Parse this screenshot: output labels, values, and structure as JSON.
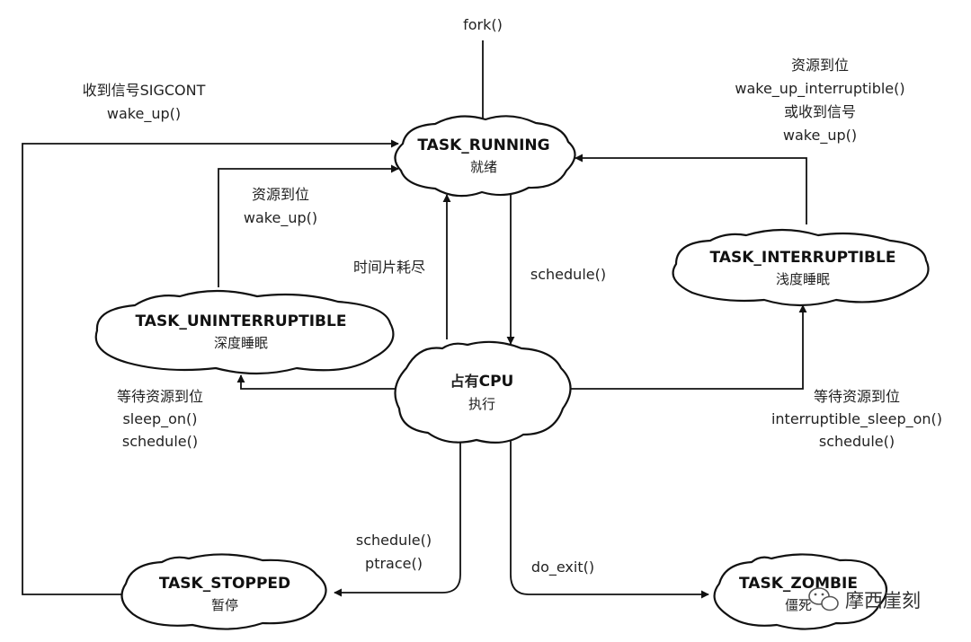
{
  "states": {
    "running": {
      "title": "TASK_RUNNING",
      "sub": "就绪"
    },
    "executing": {
      "title_prefix": "占有",
      "title_cpu": "CPU",
      "sub": "执行"
    },
    "interruptible": {
      "title": "TASK_INTERRUPTIBLE",
      "sub": "浅度睡眠"
    },
    "uninterruptible": {
      "title": "TASK_UNINTERRUPTIBLE",
      "sub": "深度睡眠"
    },
    "stopped": {
      "title": "TASK_STOPPED",
      "sub": "暂停"
    },
    "zombie": {
      "title": "TASK_ZOMBIE",
      "sub": "僵死"
    }
  },
  "transitions": {
    "fork": [
      "fork()"
    ],
    "sigcont": [
      "收到信号SIGCONT",
      "wake_up()"
    ],
    "interruptible_wake": [
      "资源到位",
      "wake_up_interruptible()",
      "或收到信号",
      "wake_up()"
    ],
    "uninterruptible_wake": [
      "资源到位",
      "wake_up()"
    ],
    "timeslice": [
      "时间片耗尽"
    ],
    "schedule": [
      "schedule()"
    ],
    "to_uninterruptible": [
      "等待资源到位",
      "sleep_on()",
      "schedule()"
    ],
    "to_interruptible": [
      "等待资源到位",
      "interruptible_sleep_on()",
      "schedule()"
    ],
    "to_stopped": [
      "schedule()",
      "ptrace()"
    ],
    "to_zombie": [
      "do_exit()"
    ]
  },
  "watermark": {
    "text": "摩西崖刻",
    "icon": "wechat-icon"
  }
}
